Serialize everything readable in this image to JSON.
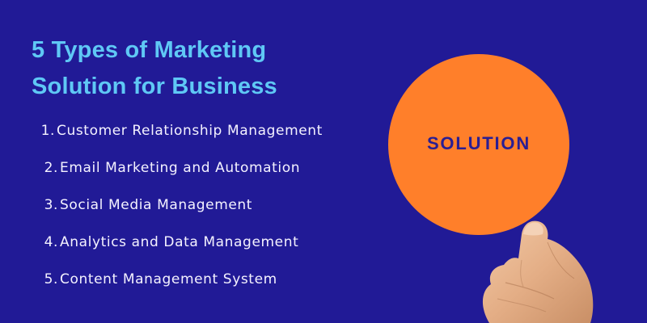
{
  "title": {
    "line1": "5 Types of Marketing",
    "line2": "Solution for Business"
  },
  "list": {
    "items": [
      {
        "number": "1.",
        "label": "Customer Relationship Management"
      },
      {
        "number": "2.",
        "label": "Email Marketing and Automation"
      },
      {
        "number": "3.",
        "label": "Social Media Management"
      },
      {
        "number": "4.",
        "label": "Analytics and Data Management"
      },
      {
        "number": "5.",
        "label": "Content Management System"
      }
    ]
  },
  "graphic": {
    "circle_label": "SOLUTION",
    "icon": "hand-holding-circle-icon"
  },
  "colors": {
    "background": "#211A96",
    "title": "#5FC8F5",
    "list_text": "#F4F2FF",
    "circle": "#FF7F2A",
    "circle_text": "#2A1E93"
  }
}
